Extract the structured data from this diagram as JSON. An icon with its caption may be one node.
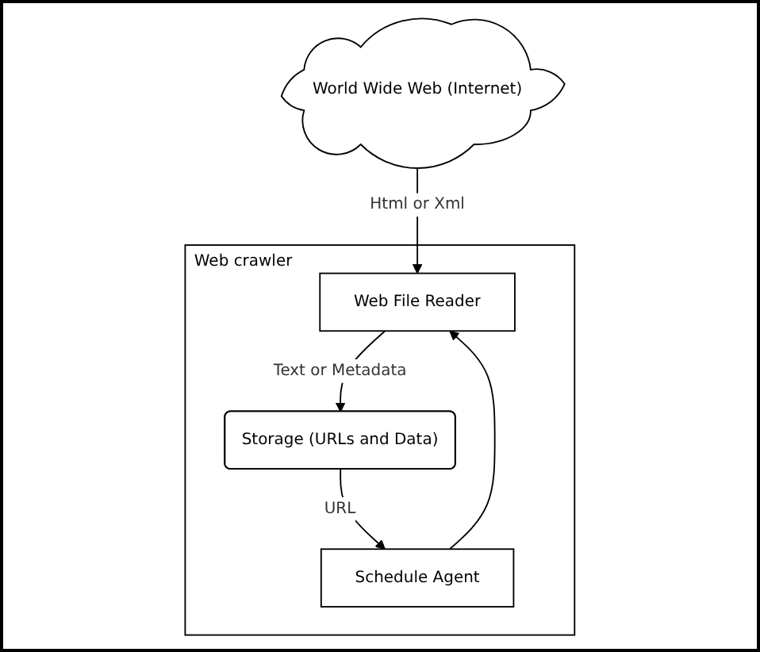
{
  "diagram": {
    "nodes": [
      {
        "text": [
          "World Wide Web (Internet)"
        ]
      },
      {
        "text": [
          "Web crawler"
        ]
      },
      {
        "text": [
          "Schedule Agent"
        ],
        "in": 1
      },
      {
        "text": [
          "Web File Reader"
        ],
        "in": 1
      },
      {
        "text": [
          "Storage (URLs and Data)"
        ],
        "in": 1
      }
    ],
    "edges": [
      {
        "from": 0,
        "to": 3,
        "arrow": "to",
        "label": "Html or Xml"
      },
      {
        "from": 2,
        "to": 3,
        "arrow": "to"
      },
      {
        "from": 3,
        "to": 4,
        "arrow": "to",
        "label": "Text or Metadata"
      },
      {
        "from": 4,
        "to": 2,
        "arrow": "to",
        "label": "URL"
      }
    ]
  }
}
